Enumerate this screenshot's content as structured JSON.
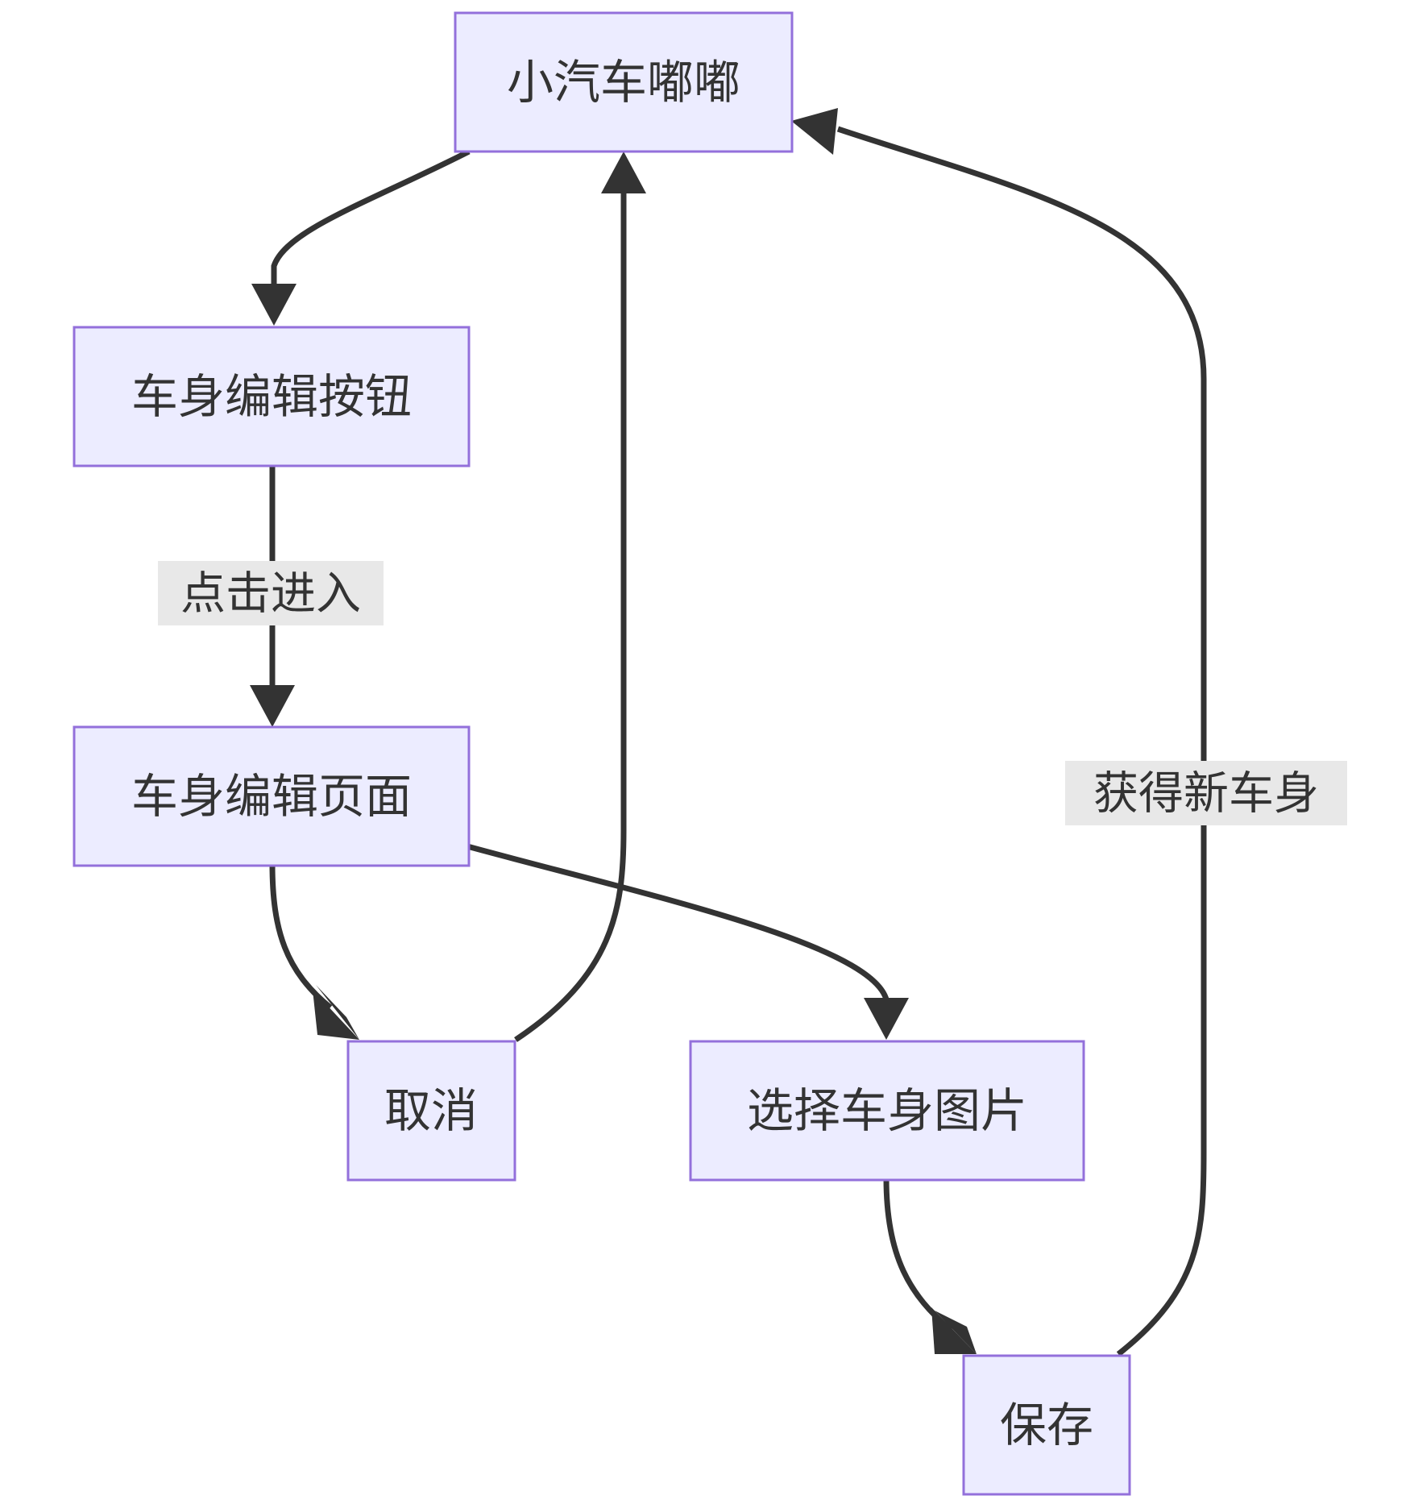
{
  "diagram": {
    "nodes": {
      "car": "小汽车嘟嘟",
      "edit_button": "车身编辑按钮",
      "edit_page": "车身编辑页面",
      "cancel": "取消",
      "select_image": "选择车身图片",
      "save": "保存"
    },
    "edge_labels": {
      "click_enter": "点击进入",
      "get_new_body": "获得新车身"
    },
    "edges": [
      {
        "from": "car",
        "to": "edit_button"
      },
      {
        "from": "edit_button",
        "to": "edit_page",
        "label": "点击进入"
      },
      {
        "from": "edit_page",
        "to": "cancel"
      },
      {
        "from": "edit_page",
        "to": "select_image"
      },
      {
        "from": "cancel",
        "to": "car"
      },
      {
        "from": "select_image",
        "to": "save"
      },
      {
        "from": "save",
        "to": "car",
        "label": "获得新车身"
      }
    ],
    "colors": {
      "node_fill": "#ececff",
      "node_border": "#9370db",
      "edge": "#333333",
      "label_bg": "#e8e8e8",
      "text": "#333333"
    }
  }
}
